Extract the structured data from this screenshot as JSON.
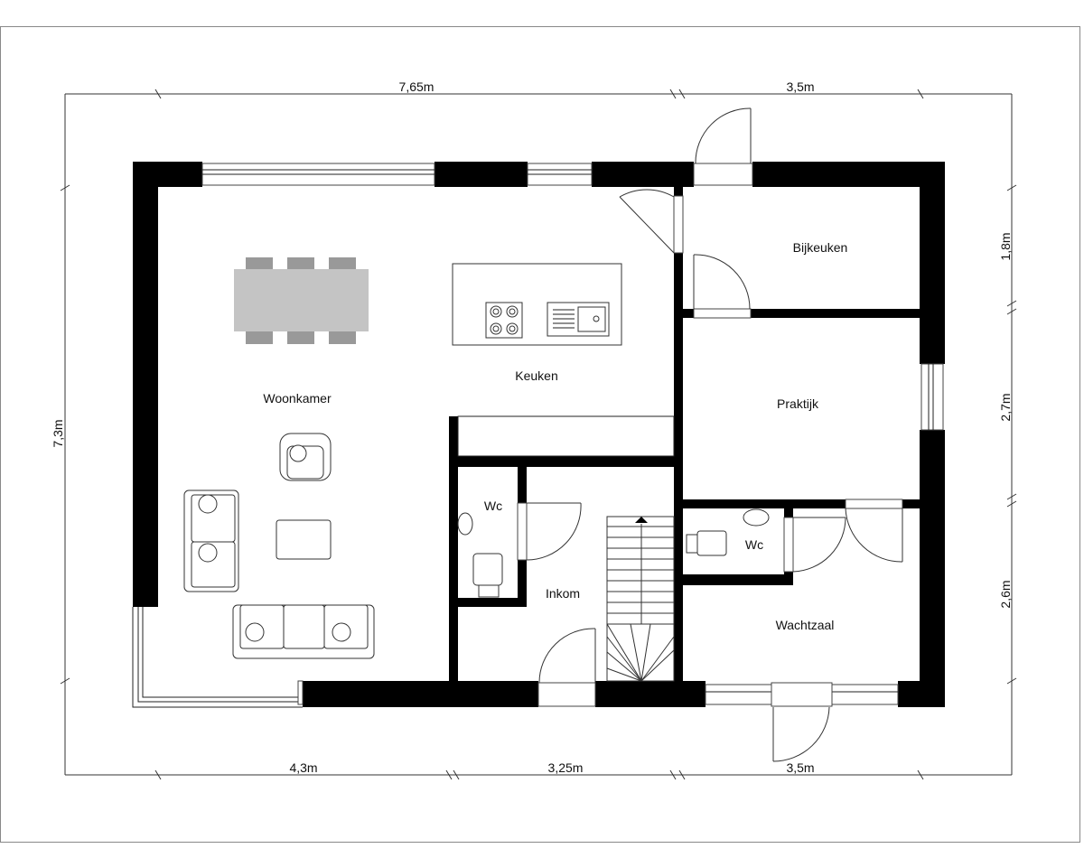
{
  "rooms": {
    "woonkamer": "Woonkamer",
    "keuken": "Keuken",
    "bijkeuken": "Bijkeuken",
    "praktijk": "Praktijk",
    "wc_left": "Wc",
    "wc_right": "Wc",
    "inkom": "Inkom",
    "wachtzaal": "Wachtzaal"
  },
  "dimensions": {
    "top_left": "7,65m",
    "top_right": "3,5m",
    "bottom_left": "4,3m",
    "bottom_mid": "3,25m",
    "bottom_right": "3,5m",
    "left": "7,3m",
    "right_top": "1,8m",
    "right_mid": "2,7m",
    "right_bottom": "2,6m"
  }
}
